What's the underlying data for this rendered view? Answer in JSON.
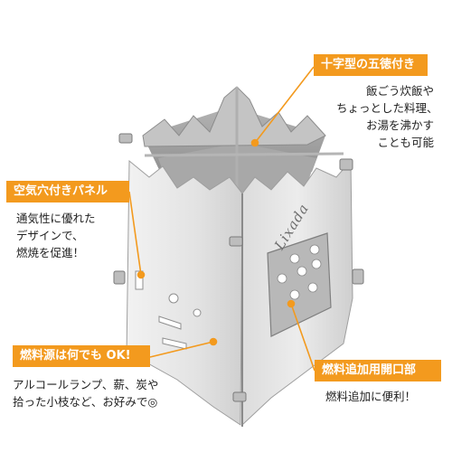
{
  "brand": "Lixada",
  "callouts": {
    "cross_stand": {
      "tag": "十字型の五徳付き",
      "lines": [
        "飯ごう炊飯や",
        "ちょっとした料理、",
        "お湯を沸かす",
        "ことも可能"
      ]
    },
    "vent_panel": {
      "tag": "空気穴付きパネル",
      "lines": [
        "通気性に優れた",
        "デザインで、",
        "燃焼を促進！"
      ]
    },
    "fuel": {
      "tag": "燃料源は何でも OK!",
      "lines": [
        "アルコールランプ、薪、炭や",
        "拾った小枝など、お好みで◎"
      ]
    },
    "fuel_opening": {
      "tag": "燃料追加用開口部",
      "lines": [
        "燃料追加に便利！"
      ]
    }
  },
  "colors": {
    "accent": "#f39a1e",
    "steel_light": "#e6e6e6",
    "steel_mid": "#c8c8c8",
    "steel_dark": "#9a9a9a"
  }
}
